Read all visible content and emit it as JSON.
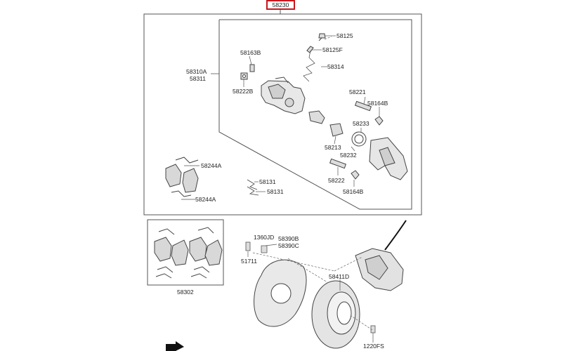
{
  "diagram": {
    "highlighted_part": "58230",
    "callouts": {
      "p58125": "58125",
      "p58125F": "58125F",
      "p58163B": "58163B",
      "p58314": "58314",
      "p58310A": "58310A",
      "p58311": "58311",
      "p58222B": "58222B",
      "p58221": "58221",
      "p58164B_top": "58164B",
      "p58233": "58233",
      "p58213": "58213",
      "p58232": "58232",
      "p58244A_1": "58244A",
      "p58244A_2": "58244A",
      "p58131_1": "58131",
      "p58131_2": "58131",
      "p58222": "58222",
      "p58164B_bot": "58164B",
      "p1360JD": "1360JD",
      "p58390B": "58390B",
      "p58390C": "58390C",
      "p51711": "51711",
      "p58302": "58302",
      "p58411D": "58411D",
      "p1220FS": "1220FS"
    }
  }
}
